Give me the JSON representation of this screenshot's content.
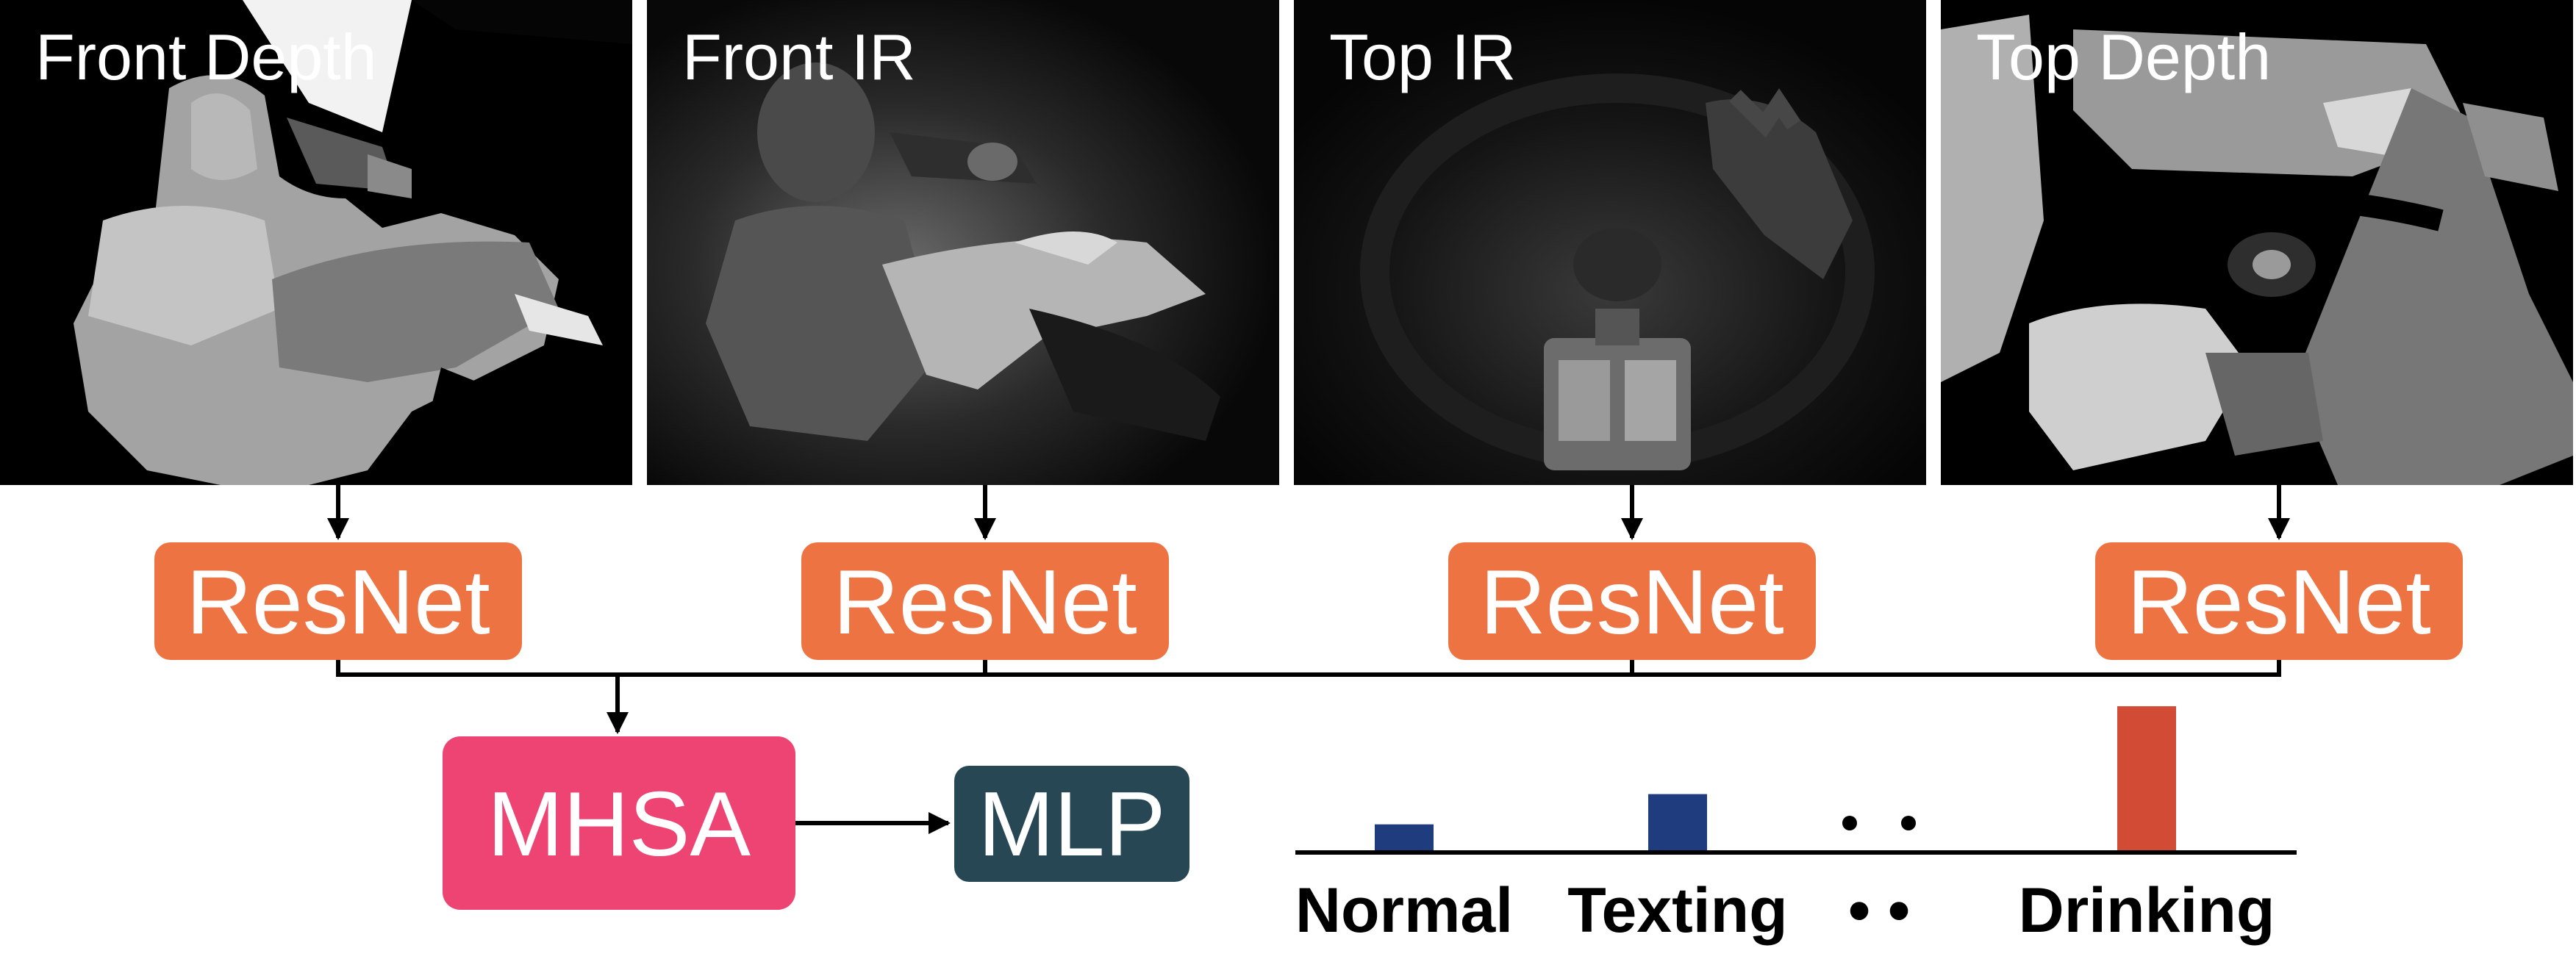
{
  "views": [
    {
      "label": "Front Depth",
      "kind": "depth"
    },
    {
      "label": "Front IR",
      "kind": "ir"
    },
    {
      "label": "Top IR",
      "kind": "ir"
    },
    {
      "label": "Top Depth",
      "kind": "depth"
    }
  ],
  "backbone": {
    "label": "ResNet",
    "color": "#ed7343"
  },
  "fusion": {
    "label": "MHSA",
    "color": "#ee4474"
  },
  "head": {
    "label": "MLP",
    "color": "#264753"
  },
  "output_labels": {
    "normal": "Normal",
    "texting": "Texting",
    "ellipsis": "• •",
    "drinking": "Drinking"
  },
  "chart_data": {
    "type": "bar",
    "categories": [
      "Normal",
      "Texting",
      "Drinking"
    ],
    "values": [
      0.18,
      0.39,
      1.0
    ],
    "colors": [
      "#1f3c7e",
      "#1f3c7e",
      "#d24b34"
    ],
    "title": "",
    "xlabel": "",
    "ylabel": ""
  }
}
